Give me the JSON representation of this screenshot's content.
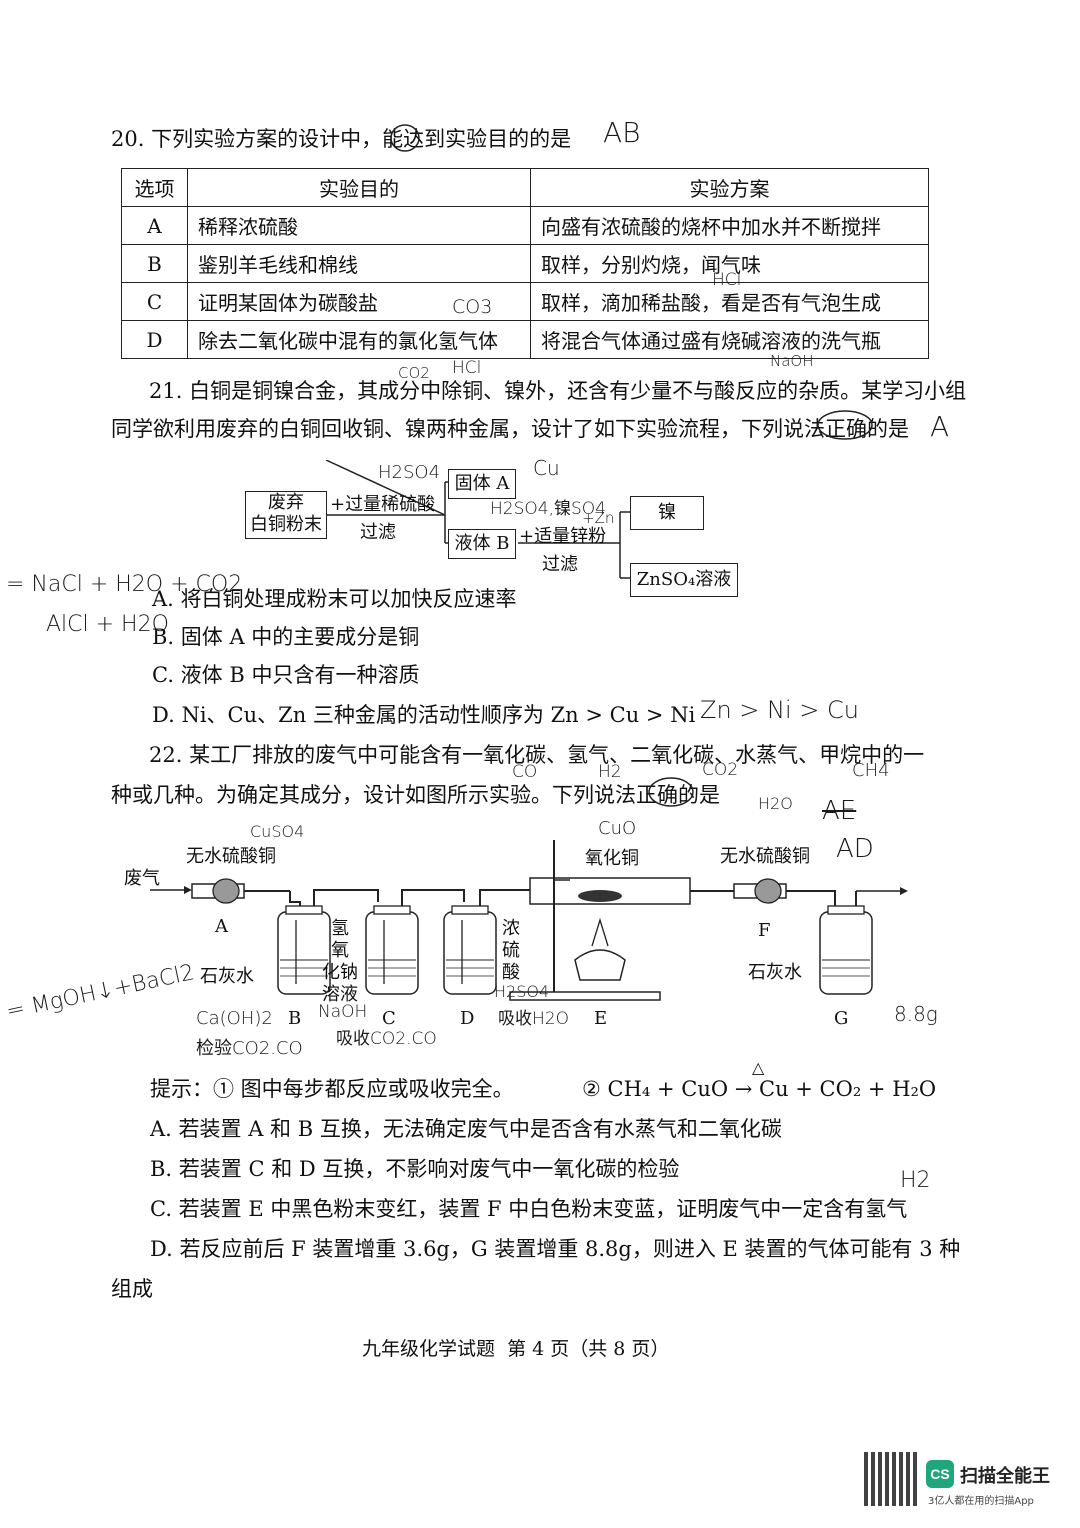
{
  "q20": {
    "stem": "20. 下列实验方案的设计中，能达到实验目的的是",
    "answer_hand": "AB",
    "table": {
      "headers": [
        "选项",
        "实验目的",
        "实验方案"
      ],
      "rows": [
        [
          "A",
          "稀释浓硫酸",
          "向盛有浓硫酸的烧杯中加水并不断搅拌"
        ],
        [
          "B",
          "鉴别羊毛线和棉线",
          "取样，分别灼烧，闻气味"
        ],
        [
          "C",
          "证明某固体为碳酸盐",
          "取样，滴加稀盐酸，看是否有气泡生成"
        ],
        [
          "D",
          "除去二氧化碳中混有的氯化氢气体",
          "将混合气体通过盛有烧碱溶液的洗气瓶"
        ]
      ],
      "hand_notes": {
        "c_co3": "CO3",
        "c_hcl": "HCl",
        "d_naoh": "NaOH",
        "d_co2": "CO2",
        "d_hcl": "HCl"
      }
    }
  },
  "q21": {
    "stem_line1": "21. 白铜是铜镍合金，其成分中除铜、镍外，还含有少量不与酸反应的杂质。某学习小组",
    "stem_line2": "同学欲利用废弃的白铜回收铜、镍两种金属，设计了如下实验流程，下列说法正确的是",
    "answer_hand": "A",
    "flow": {
      "start": [
        "废弃",
        "白铜粉末"
      ],
      "step1": "+过量稀硫酸",
      "filter1": "过滤",
      "solid_a": "固体 A",
      "liquid_b": "液体 B",
      "step2": "+适量锌粉",
      "filter2": "过滤",
      "nickel": "镍",
      "znso4": "ZnSO₄溶液",
      "hand_h2so4": "H2SO4",
      "hand_cu": "Cu",
      "hand_mix": "H2SO4,镍SO4",
      "hand_zn": "+Zn"
    },
    "options": [
      "A. 将白铜处理成粉末可以加快反应速率",
      "B. 固体 A 中的主要成分是铜",
      "C. 液体 B 中只含有一种溶质",
      "D. Ni、Cu、Zn 三种金属的活动性顺序为 Zn > Cu > Ni"
    ],
    "hand_left1": "= NaCl + H2O + CO2",
    "hand_left2": "AlCl + H2O",
    "hand_d": "Zn > Ni > Cu"
  },
  "q22": {
    "stem_line1": "22. 某工厂排放的废气中可能含有一氧化碳、氢气、二氧化碳、水蒸气、甲烷中的一",
    "stem_line2": "种或几种。为确定其成分，设计如图所示实验。下列说法正确的是",
    "hand_labels": {
      "co": "CO",
      "h2": "H2",
      "co2": "CO2",
      "ch4": "CH4",
      "h2o": "H2O",
      "ans1": "AE",
      "ans2": "AD"
    },
    "apparatus": {
      "gas": "废气",
      "anhydrous1": "无水硫酸铜",
      "cuso4_hand": "CuSO4",
      "a": "A",
      "limewater1": "石灰水",
      "naoh_sol": [
        "氢",
        "氧",
        "化钠",
        "溶液"
      ],
      "conc_acid": [
        "浓",
        "硫",
        "酸"
      ],
      "cuo": "氧化铜",
      "cuo_hand": "CuO",
      "anhydrous2": "无水硫酸铜",
      "f": "F",
      "limewater2": "石灰水",
      "b": "B",
      "c": "C",
      "d": "D",
      "e": "E",
      "g": "G",
      "hand_b1": "Ca(OH)2",
      "hand_b2": "检验CO2.CO",
      "hand_c1": "NaOH",
      "hand_c2": "吸收CO2.CO",
      "hand_d1": "H2SO4",
      "hand_d2": "吸收H2O",
      "hand_g": "8.8g",
      "hand_left": "= MgOH↓+BaCl2"
    },
    "hint": "提示：① 图中每步都反应或吸收完全。",
    "equation": "② CH₄ + CuO → Cu + CO₂ + H₂O",
    "equation_cond": "△",
    "options": [
      "A. 若装置 A 和 B 互换，无法确定废气中是否含有水蒸气和二氧化碳",
      "B. 若装置 C 和 D 互换，不影响对废气中一氧化碳的检验",
      "C. 若装置 E 中黑色粉末变红，装置 F 中白色粉末变蓝，证明废气中一定含有氢气",
      "D. 若反应前后 F 装置增重 3.6g，G 装置增重 8.8g，则进入 E 装置的气体可能有 3 种"
    ],
    "option_d_tail": "组成",
    "hand_c": "H2"
  },
  "footer": "九年级化学试题  第 4 页（共 8 页）",
  "watermark": {
    "brand": "扫描全能王",
    "tagline": "3亿人都在用的扫描App",
    "logo": "CS"
  }
}
